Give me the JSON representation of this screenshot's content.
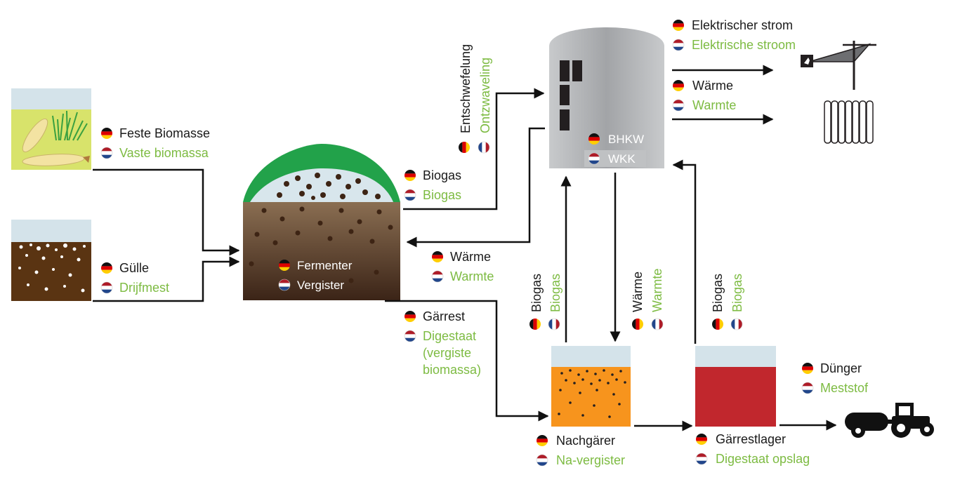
{
  "feedstock": {
    "solid": {
      "de": "Feste Biomasse",
      "nl": "Vaste biomassa"
    },
    "manure": {
      "de": "Gülle",
      "nl": "Drijfmest"
    }
  },
  "fermenter": {
    "de": "Fermenter",
    "nl": "Vergister"
  },
  "flows": {
    "biogas_out": {
      "de": "Biogas",
      "nl": "Biogas"
    },
    "heat_return": {
      "de": "Wärme",
      "nl": "Warmte"
    },
    "digestate": {
      "de": "Gärrest",
      "nl_lines": [
        "Digestaat",
        "(vergiste",
        "biomassa)"
      ]
    },
    "desulfur": {
      "de": "Entschwefelung",
      "nl": "Ontzwaveling"
    },
    "post_biogas": {
      "de": "Biogas",
      "nl": "Biogas"
    },
    "post_heat": {
      "de": "Wärme",
      "nl": "Warmte"
    },
    "storage_biogas": {
      "de": "Biogas",
      "nl": "Biogas"
    }
  },
  "chp": {
    "de": "BHKW",
    "nl": "WKK"
  },
  "outputs": {
    "electricity": {
      "de": "Elektrischer strom",
      "nl": "Elektrische stroom"
    },
    "heat": {
      "de": "Wärme",
      "nl": "Warmte"
    },
    "fertilizer": {
      "de": "Dünger",
      "nl": "Meststof"
    }
  },
  "post_fermenter": {
    "de": "Nachgärer",
    "nl": "Na-vergister"
  },
  "storage": {
    "de": "Gärrestlager",
    "nl": "Digestaat opslag"
  },
  "icons": [
    "flag-de-icon",
    "flag-nl-icon",
    "flag-fr-icon",
    "corn-icon",
    "grass-icon",
    "power-line-icon",
    "radiator-icon",
    "tractor-icon"
  ],
  "colors": {
    "de_text": "#1a1a1a",
    "nl_text": "#7dbb42",
    "digester_cover": "#22a24a",
    "post_fermenter": "#f7941d",
    "storage_tank": "#c1272d",
    "chp_unit": "#a7a9ac"
  }
}
